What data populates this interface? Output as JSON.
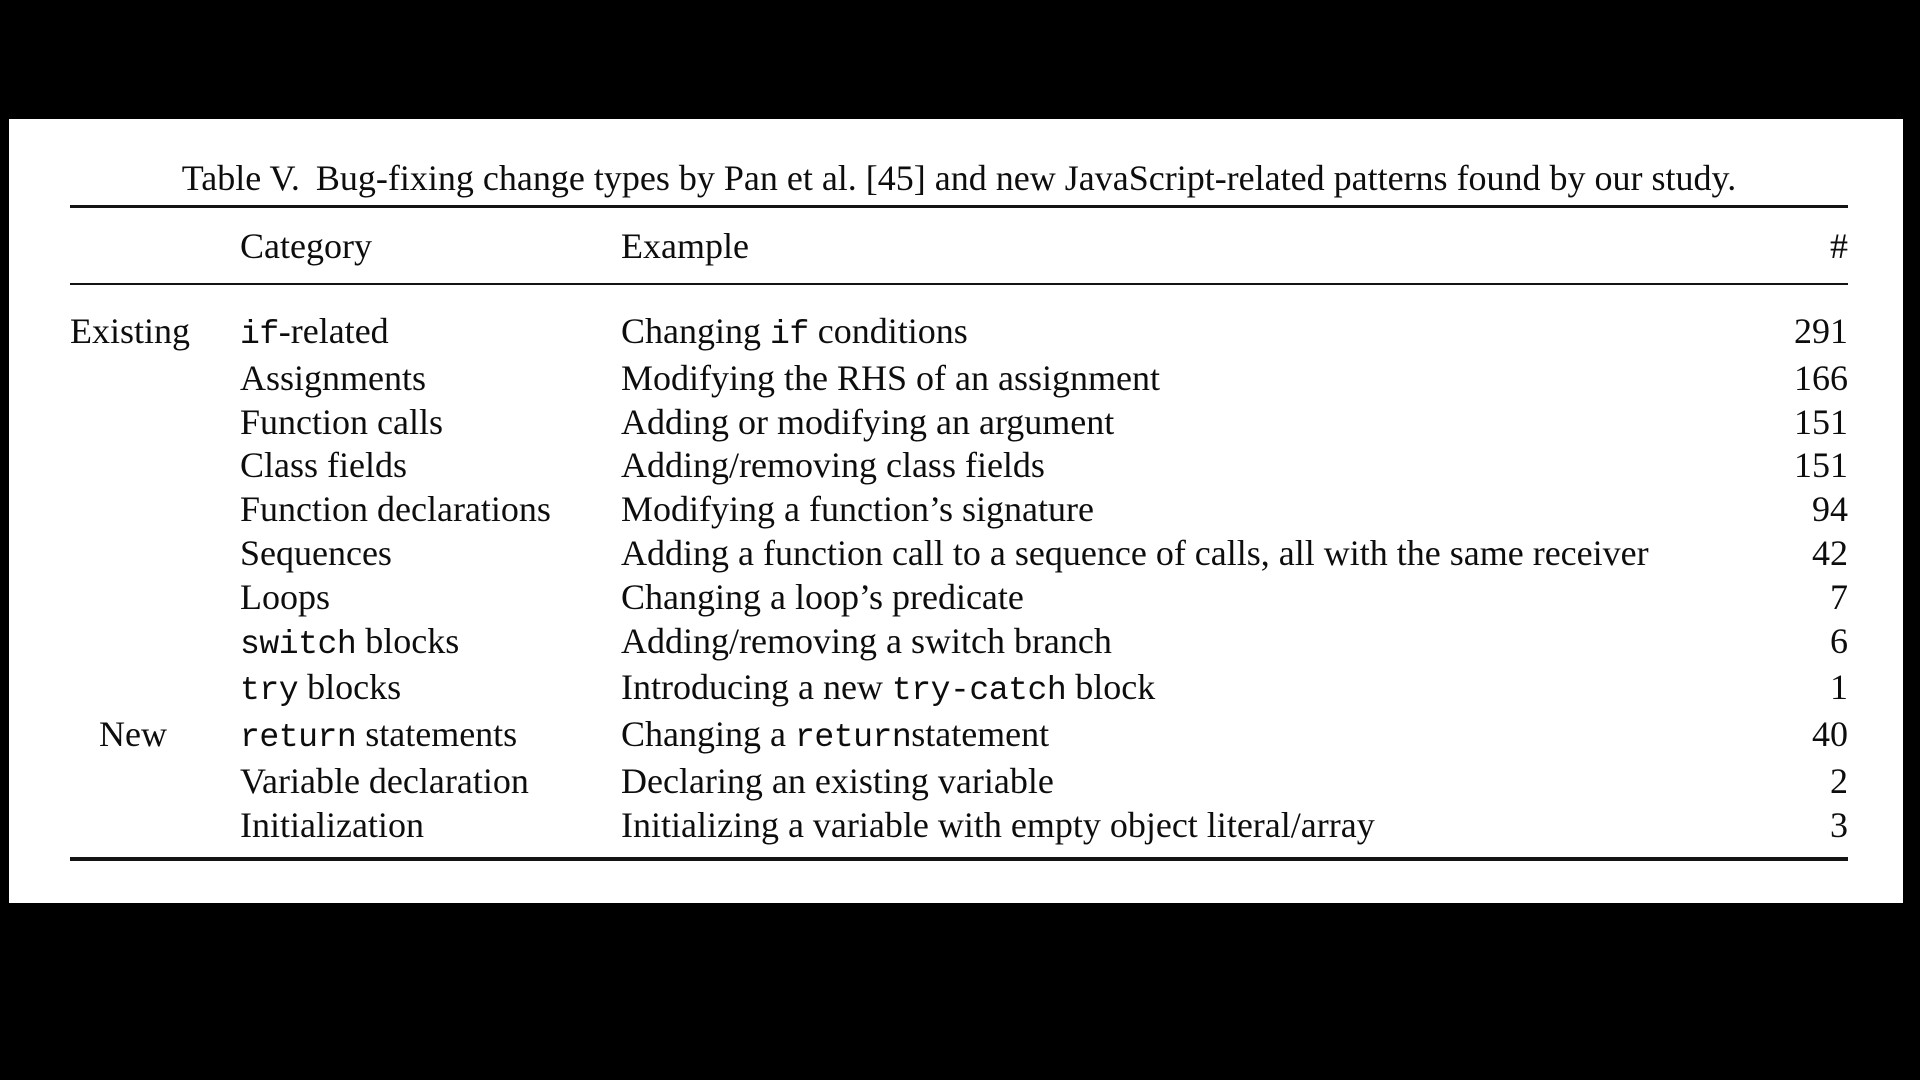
{
  "page": {
    "background_color": "#000000",
    "card_color": "#ffffff",
    "text_color": "#0d0d0d"
  },
  "caption": {
    "label": "Table V.",
    "text": "Bug-fixing change types by Pan et al. [45] and new JavaScript-related patterns found by our study."
  },
  "table": {
    "columns": {
      "group": "",
      "category": "Category",
      "example": "Example",
      "count": "#"
    },
    "rows": [
      {
        "group": "Existing",
        "category": [
          {
            "t": "if",
            "mono": true
          },
          {
            "t": "-related"
          }
        ],
        "example": [
          {
            "t": "Changing "
          },
          {
            "t": "if",
            "mono": true
          },
          {
            "t": " conditions"
          }
        ],
        "count": "291"
      },
      {
        "group": "",
        "category": [
          {
            "t": "Assignments"
          }
        ],
        "example": [
          {
            "t": "Modifying the RHS of an assignment"
          }
        ],
        "count": "166"
      },
      {
        "group": "",
        "category": [
          {
            "t": "Function calls"
          }
        ],
        "example": [
          {
            "t": "Adding or modifying an argument"
          }
        ],
        "count": "151"
      },
      {
        "group": "",
        "category": [
          {
            "t": "Class fields"
          }
        ],
        "example": [
          {
            "t": "Adding/removing class fields"
          }
        ],
        "count": "151"
      },
      {
        "group": "",
        "category": [
          {
            "t": "Function declarations"
          }
        ],
        "example": [
          {
            "t": "Modifying a function’s signature"
          }
        ],
        "count": "94"
      },
      {
        "group": "",
        "category": [
          {
            "t": "Sequences"
          }
        ],
        "example": [
          {
            "t": "Adding a function call to a sequence of calls, all with the same receiver"
          }
        ],
        "count": "42"
      },
      {
        "group": "",
        "category": [
          {
            "t": "Loops"
          }
        ],
        "example": [
          {
            "t": "Changing a loop’s predicate"
          }
        ],
        "count": "7"
      },
      {
        "group": "",
        "category": [
          {
            "t": "switch",
            "mono": true
          },
          {
            "t": " blocks"
          }
        ],
        "example": [
          {
            "t": "Adding/removing a switch branch"
          }
        ],
        "count": "6"
      },
      {
        "group": "",
        "category": [
          {
            "t": "try",
            "mono": true
          },
          {
            "t": " blocks"
          }
        ],
        "example": [
          {
            "t": "Introducing a new "
          },
          {
            "t": "try-catch",
            "mono": true
          },
          {
            "t": " block"
          }
        ],
        "count": "1"
      },
      {
        "group": "New",
        "group_indent": true,
        "category": [
          {
            "t": "return",
            "mono": true
          },
          {
            "t": " statements"
          }
        ],
        "example": [
          {
            "t": "Changing a "
          },
          {
            "t": "return",
            "mono": true
          },
          {
            "t": "statement"
          }
        ],
        "count": "40"
      },
      {
        "group": "",
        "category": [
          {
            "t": "Variable declaration"
          }
        ],
        "example": [
          {
            "t": "Declaring an existing variable"
          }
        ],
        "count": "2"
      },
      {
        "group": "",
        "category": [
          {
            "t": "Initialization"
          }
        ],
        "example": [
          {
            "t": "Initializing a variable with empty object literal/array"
          }
        ],
        "count": "3"
      }
    ]
  }
}
